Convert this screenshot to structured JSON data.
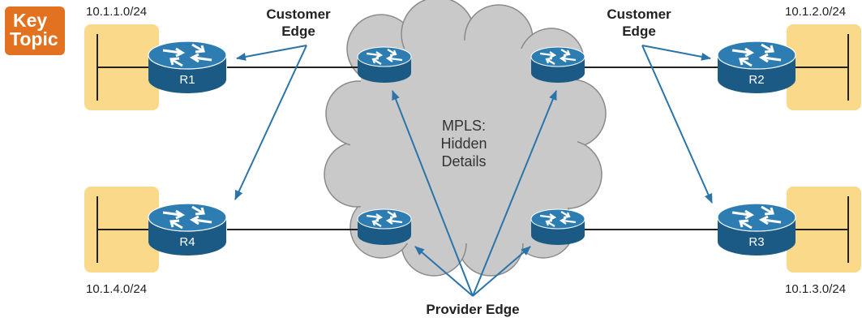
{
  "key_topic": {
    "line1": "Key",
    "line2": "Topic"
  },
  "subnets": {
    "r1": "10.1.1.0/24",
    "r2": "10.1.2.0/24",
    "r3": "10.1.3.0/24",
    "r4": "10.1.4.0/24"
  },
  "routers": {
    "r1": "R1",
    "r2": "R2",
    "r3": "R3",
    "r4": "R4"
  },
  "labels": {
    "customer_edge_left_1": "Customer",
    "customer_edge_left_2": "Edge",
    "customer_edge_right_1": "Customer",
    "customer_edge_right_2": "Edge",
    "provider_edge": "Provider Edge"
  },
  "cloud": {
    "line1": "MPLS:",
    "line2": "Hidden",
    "line3": "Details"
  },
  "colors": {
    "router": "#1e5f8a",
    "router_top": "#2b7bb0",
    "site": "#fbd98a",
    "cloud": "#c8c8c8",
    "arrow": "#2a74a8",
    "key_topic": "#e2721f"
  }
}
